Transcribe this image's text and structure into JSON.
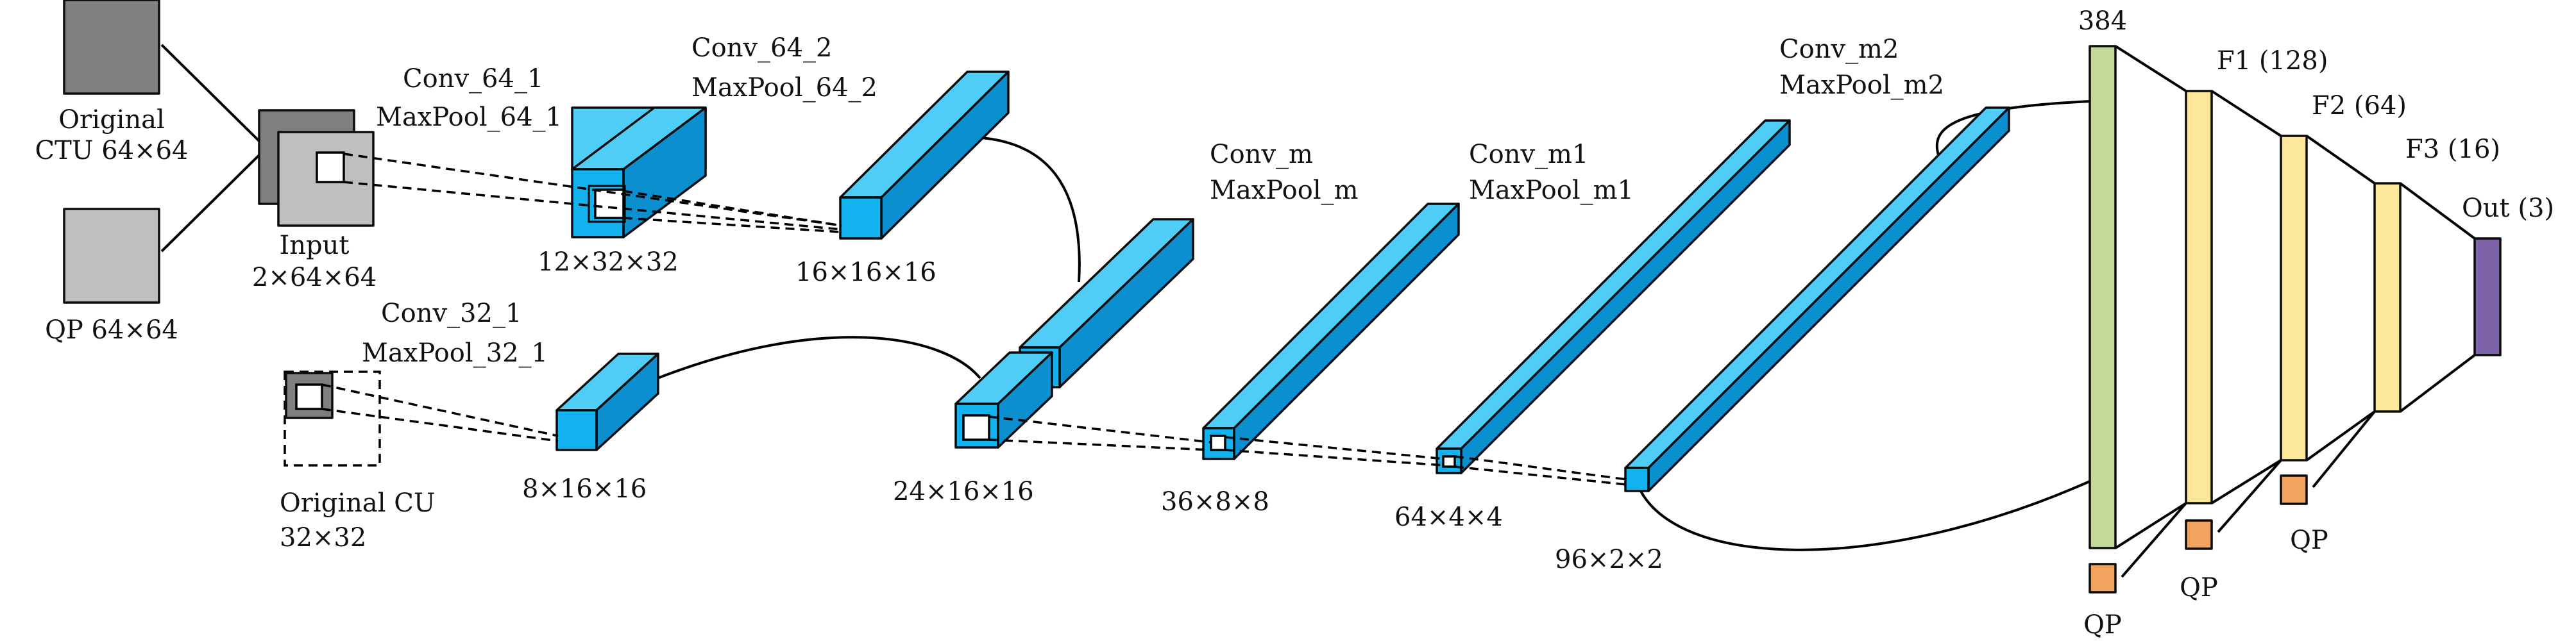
{
  "colors": {
    "cube_front": "#12b3ef",
    "cube_top": "#4fcdf7",
    "cube_side": "#0c8fcf",
    "input_dark": "#7f7f7f",
    "input_light": "#bfbfbf",
    "fc_input": "#c5d89a",
    "fc_hidden": "#fde79a",
    "qp_box": "#f2a35e",
    "output": "#7c62a6"
  },
  "inputs": {
    "ctu_line1": "Original",
    "ctu_line2": "CTU 64×64",
    "qp": "QP 64×64",
    "input_line1": "Input",
    "input_line2": "2×64×64",
    "cu_line1": "Original CU",
    "cu_line2": "32×32"
  },
  "layers": {
    "conv64_1": {
      "conv": "Conv_64_1",
      "pool": "MaxPool_64_1",
      "size": "12×32×32"
    },
    "conv64_2": {
      "conv": "Conv_64_2",
      "pool": "MaxPool_64_2",
      "size": "16×16×16"
    },
    "conv32_1": {
      "conv": "Conv_32_1",
      "pool": "MaxPool_32_1",
      "size": "8×16×16"
    },
    "concat": {
      "size": "24×16×16"
    },
    "conv_m": {
      "conv": "Conv_m",
      "pool": "MaxPool_m",
      "size": "36×8×8"
    },
    "conv_m1": {
      "conv": "Conv_m1",
      "pool": "MaxPool_m1",
      "size": "64×4×4"
    },
    "conv_m2": {
      "conv": "Conv_m2",
      "pool": "MaxPool_m2",
      "size": "96×2×2"
    }
  },
  "fc": {
    "input": "384",
    "f1": "F1 (128)",
    "f2": "F2 (64)",
    "f3": "F3 (16)",
    "out": "Out (3)",
    "qp": "QP"
  }
}
